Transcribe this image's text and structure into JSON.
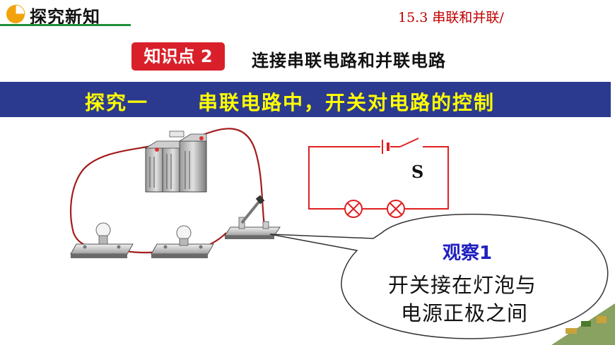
{
  "header": {
    "section_title": "探究新知",
    "chapter": "15.3 串联和并联/"
  },
  "knowledge_point": {
    "badge": "知识点 2",
    "title": "连接串联电路和并联电路"
  },
  "banner": {
    "part_a": "探究一",
    "part_b": "串联电路中，开关对电路的控制"
  },
  "diagram": {
    "switch_label": "S"
  },
  "bubble": {
    "title": "观察1",
    "line1": "开关接在灯泡与",
    "line2": "电源正极之间"
  },
  "colors": {
    "banner_bg": "#2b3a8f",
    "banner_text": "#ffff00",
    "badge_bg": "#d9202a",
    "circuit_red": "#e02020",
    "wire": "#b02020",
    "accent_green": "#1e8f3a"
  }
}
